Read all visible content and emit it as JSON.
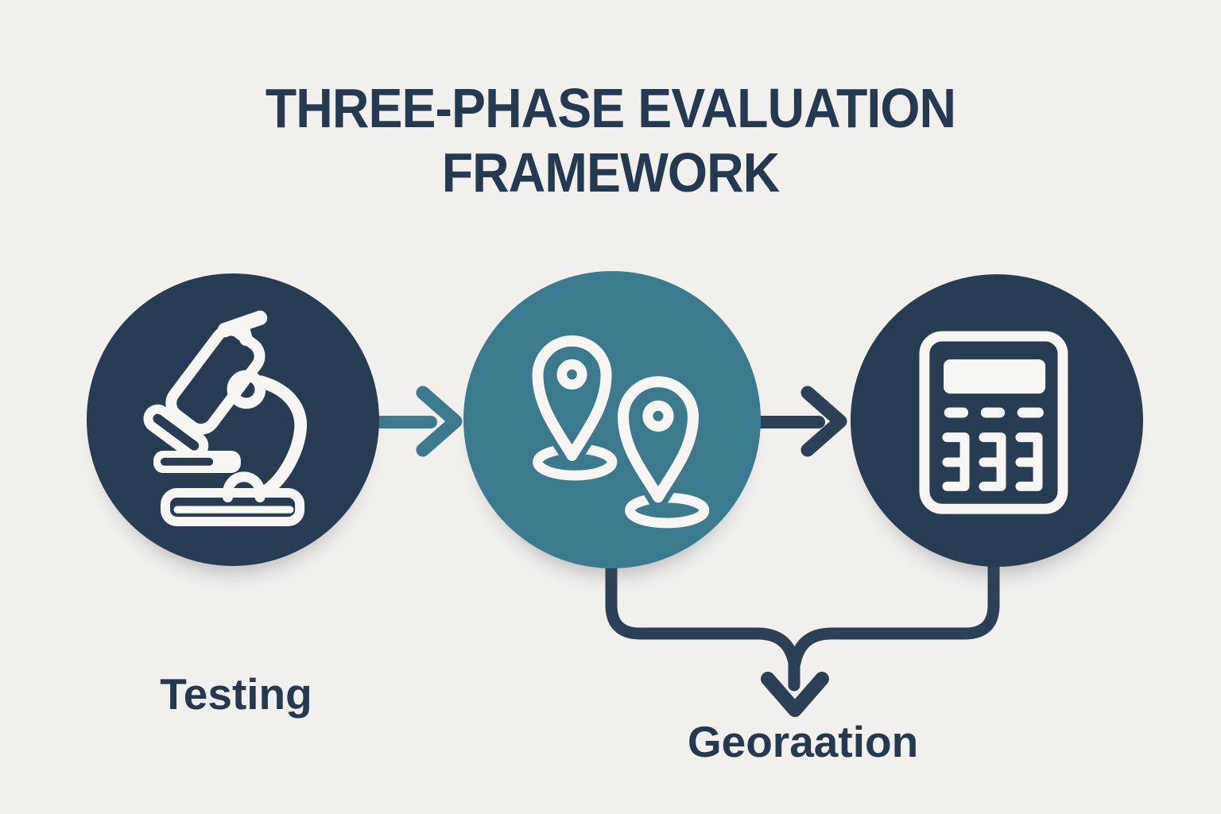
{
  "title": {
    "line1": "THREE-PHASE EVALUATION",
    "line2": "FRAMEWORK"
  },
  "nodes": [
    {
      "name": "testing",
      "icon": "microscope-icon",
      "circle_color": "#273c55",
      "label": "Testing"
    },
    {
      "name": "mapping",
      "icon": "map-pins-icon",
      "circle_color": "#3b7b90",
      "label": ""
    },
    {
      "name": "calculation",
      "icon": "calculator-icon",
      "circle_color": "#273c55",
      "label": ""
    }
  ],
  "output_label": "Georaation",
  "flow": {
    "arrow1": "testing -> mapping",
    "arrow2": "mapping -> calculation",
    "merge": "mapping + calculation -> output"
  },
  "colors": {
    "background": "#f2f0ed",
    "navy": "#273c55",
    "teal": "#3b7b90",
    "line_navy": "#2a4158",
    "text": "#243a52",
    "icon_stroke": "#f8f6f3"
  }
}
